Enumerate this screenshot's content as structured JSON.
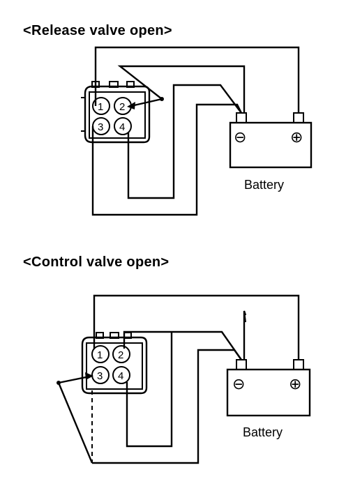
{
  "diagrams": [
    {
      "title": "<Release valve open>",
      "battery_label": "Battery",
      "negative_symbol": "⊖",
      "positive_symbol": "⊕",
      "pins": [
        "1",
        "2",
        "3",
        "4"
      ]
    },
    {
      "title": "<Control valve open>",
      "battery_label": "Battery",
      "negative_symbol": "⊖",
      "positive_symbol": "⊕",
      "pins": [
        "1",
        "2",
        "3",
        "4"
      ]
    }
  ]
}
